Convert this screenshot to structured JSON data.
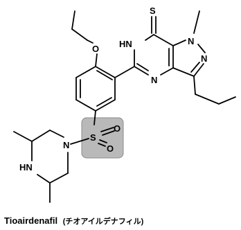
{
  "compound": {
    "name": "Tioairdenafil",
    "name_ja": "(チオアイルデナフィル)"
  },
  "atoms": {
    "s_thione": "S",
    "hn_ring": "HN",
    "n_methyl": "N",
    "n_pyrazole": "N",
    "n_pyrimidine": "N",
    "o_ether": "O",
    "s_sulfonyl": "S",
    "o_sulfonyl_top": "O",
    "o_sulfonyl_bottom": "O",
    "n_piperazine": "N",
    "hn_piperazine": "HN"
  },
  "highlight": {
    "group": "sulfonyl",
    "color": "#b9b9b9"
  }
}
